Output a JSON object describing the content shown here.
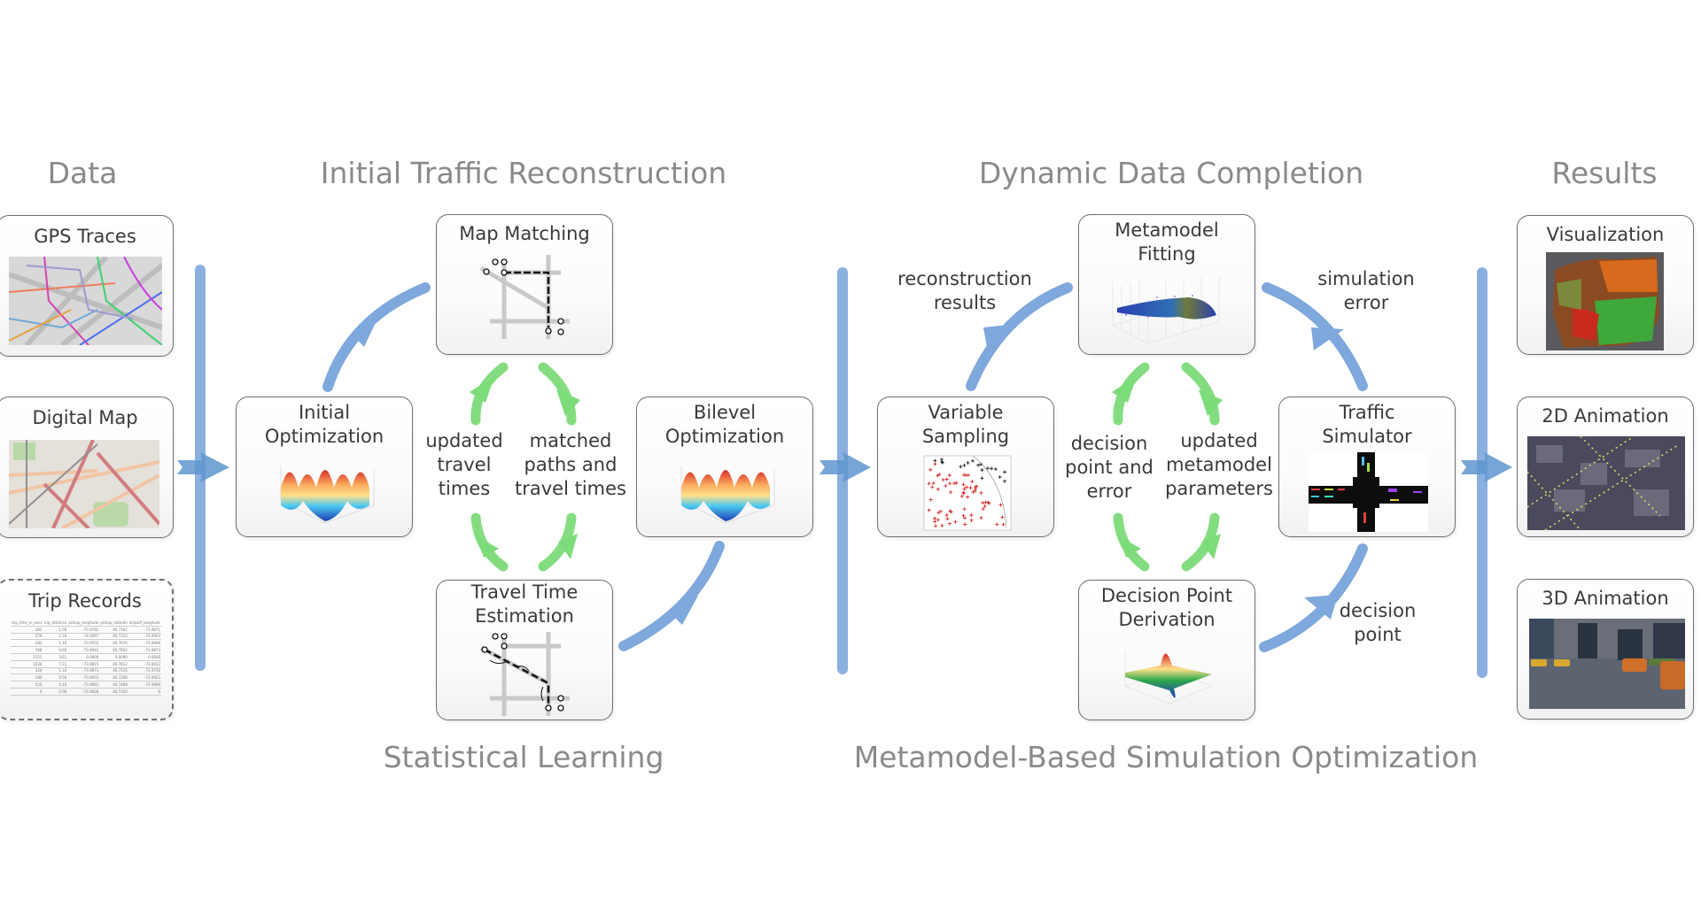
{
  "sections": {
    "data": "Data",
    "initial_reconstruction": "Initial Traffic Reconstruction",
    "dynamic_completion": "Dynamic Data Completion",
    "results": "Results",
    "statistical_learning": "Statistical Learning",
    "metamodel_sim_opt": "Metamodel-Based Simulation Optimization"
  },
  "data_boxes": {
    "gps": {
      "title": "GPS Traces",
      "image": "gps-traces-map"
    },
    "digital_map": {
      "title": "Digital Map",
      "image": "street-map"
    },
    "trip_records": {
      "title": "Trip Records",
      "columns": [
        "trip_time_in_secs",
        "trip_distance",
        "pickup_longitude",
        "pickup_latitude",
        "dropoff_longitude"
      ],
      "rows": [
        [
          "382",
          "1.00",
          "-73.9782",
          "40.7562",
          "-73.9871"
        ],
        [
          "259",
          "1.50",
          "-74.0067",
          "40.7314",
          "-74.0063"
        ],
        [
          "282",
          "1.10",
          "-73.9552",
          "40.7676",
          "-73.9699"
        ],
        [
          "168",
          "0.60",
          "-73.9941",
          "40.7602",
          "-73.9873"
        ],
        [
          "1551",
          "3.61",
          "0.0000",
          "0.0000",
          "0.0000"
        ],
        [
          "1036",
          "7.21",
          "-73.9815",
          "40.7612",
          "-73.9422"
        ],
        [
          "320",
          "1.10",
          "-73.9873",
          "40.7516",
          "-73.9756"
        ],
        [
          "180",
          "0.50",
          "-73.9953",
          "40.7268",
          "-73.9923"
        ],
        [
          "520",
          "2.10",
          "-73.9861",
          "40.7468",
          "-73.9686"
        ],
        [
          "0",
          "0.00",
          "-73.9826",
          "40.7320",
          "0"
        ]
      ]
    }
  },
  "reconstruction": {
    "initial_optimization": "Initial\nOptimization",
    "map_matching": "Map Matching",
    "bilevel_optimization": "Bilevel\nOptimization",
    "travel_time_estimation": "Travel Time\nEstimation",
    "label_left": "updated\ntravel\ntimes",
    "label_right": "matched\npaths and\ntravel times"
  },
  "completion": {
    "variable_sampling": "Variable\nSampling",
    "metamodel_fitting": "Metamodel\nFitting",
    "traffic_simulator": "Traffic\nSimulator",
    "decision_point_derivation": "Decision Point\nDerivation",
    "label_reconstruction_results": "reconstruction\nresults",
    "label_simulation_error": "simulation\nerror",
    "label_decision_point": "decision\npoint",
    "label_inner_left": "decision\npoint and\nerror",
    "label_inner_right": "updated\nmetamodel\nparameters"
  },
  "results_boxes": {
    "visualization": "Visualization",
    "animation_2d": "2D Animation",
    "animation_3d": "3D Animation"
  },
  "colors": {
    "flow_blue": "#7fa8dc",
    "loop_green": "#7ddc7a",
    "title_gray": "#8a8a8a",
    "border": "#6f6f6f"
  }
}
